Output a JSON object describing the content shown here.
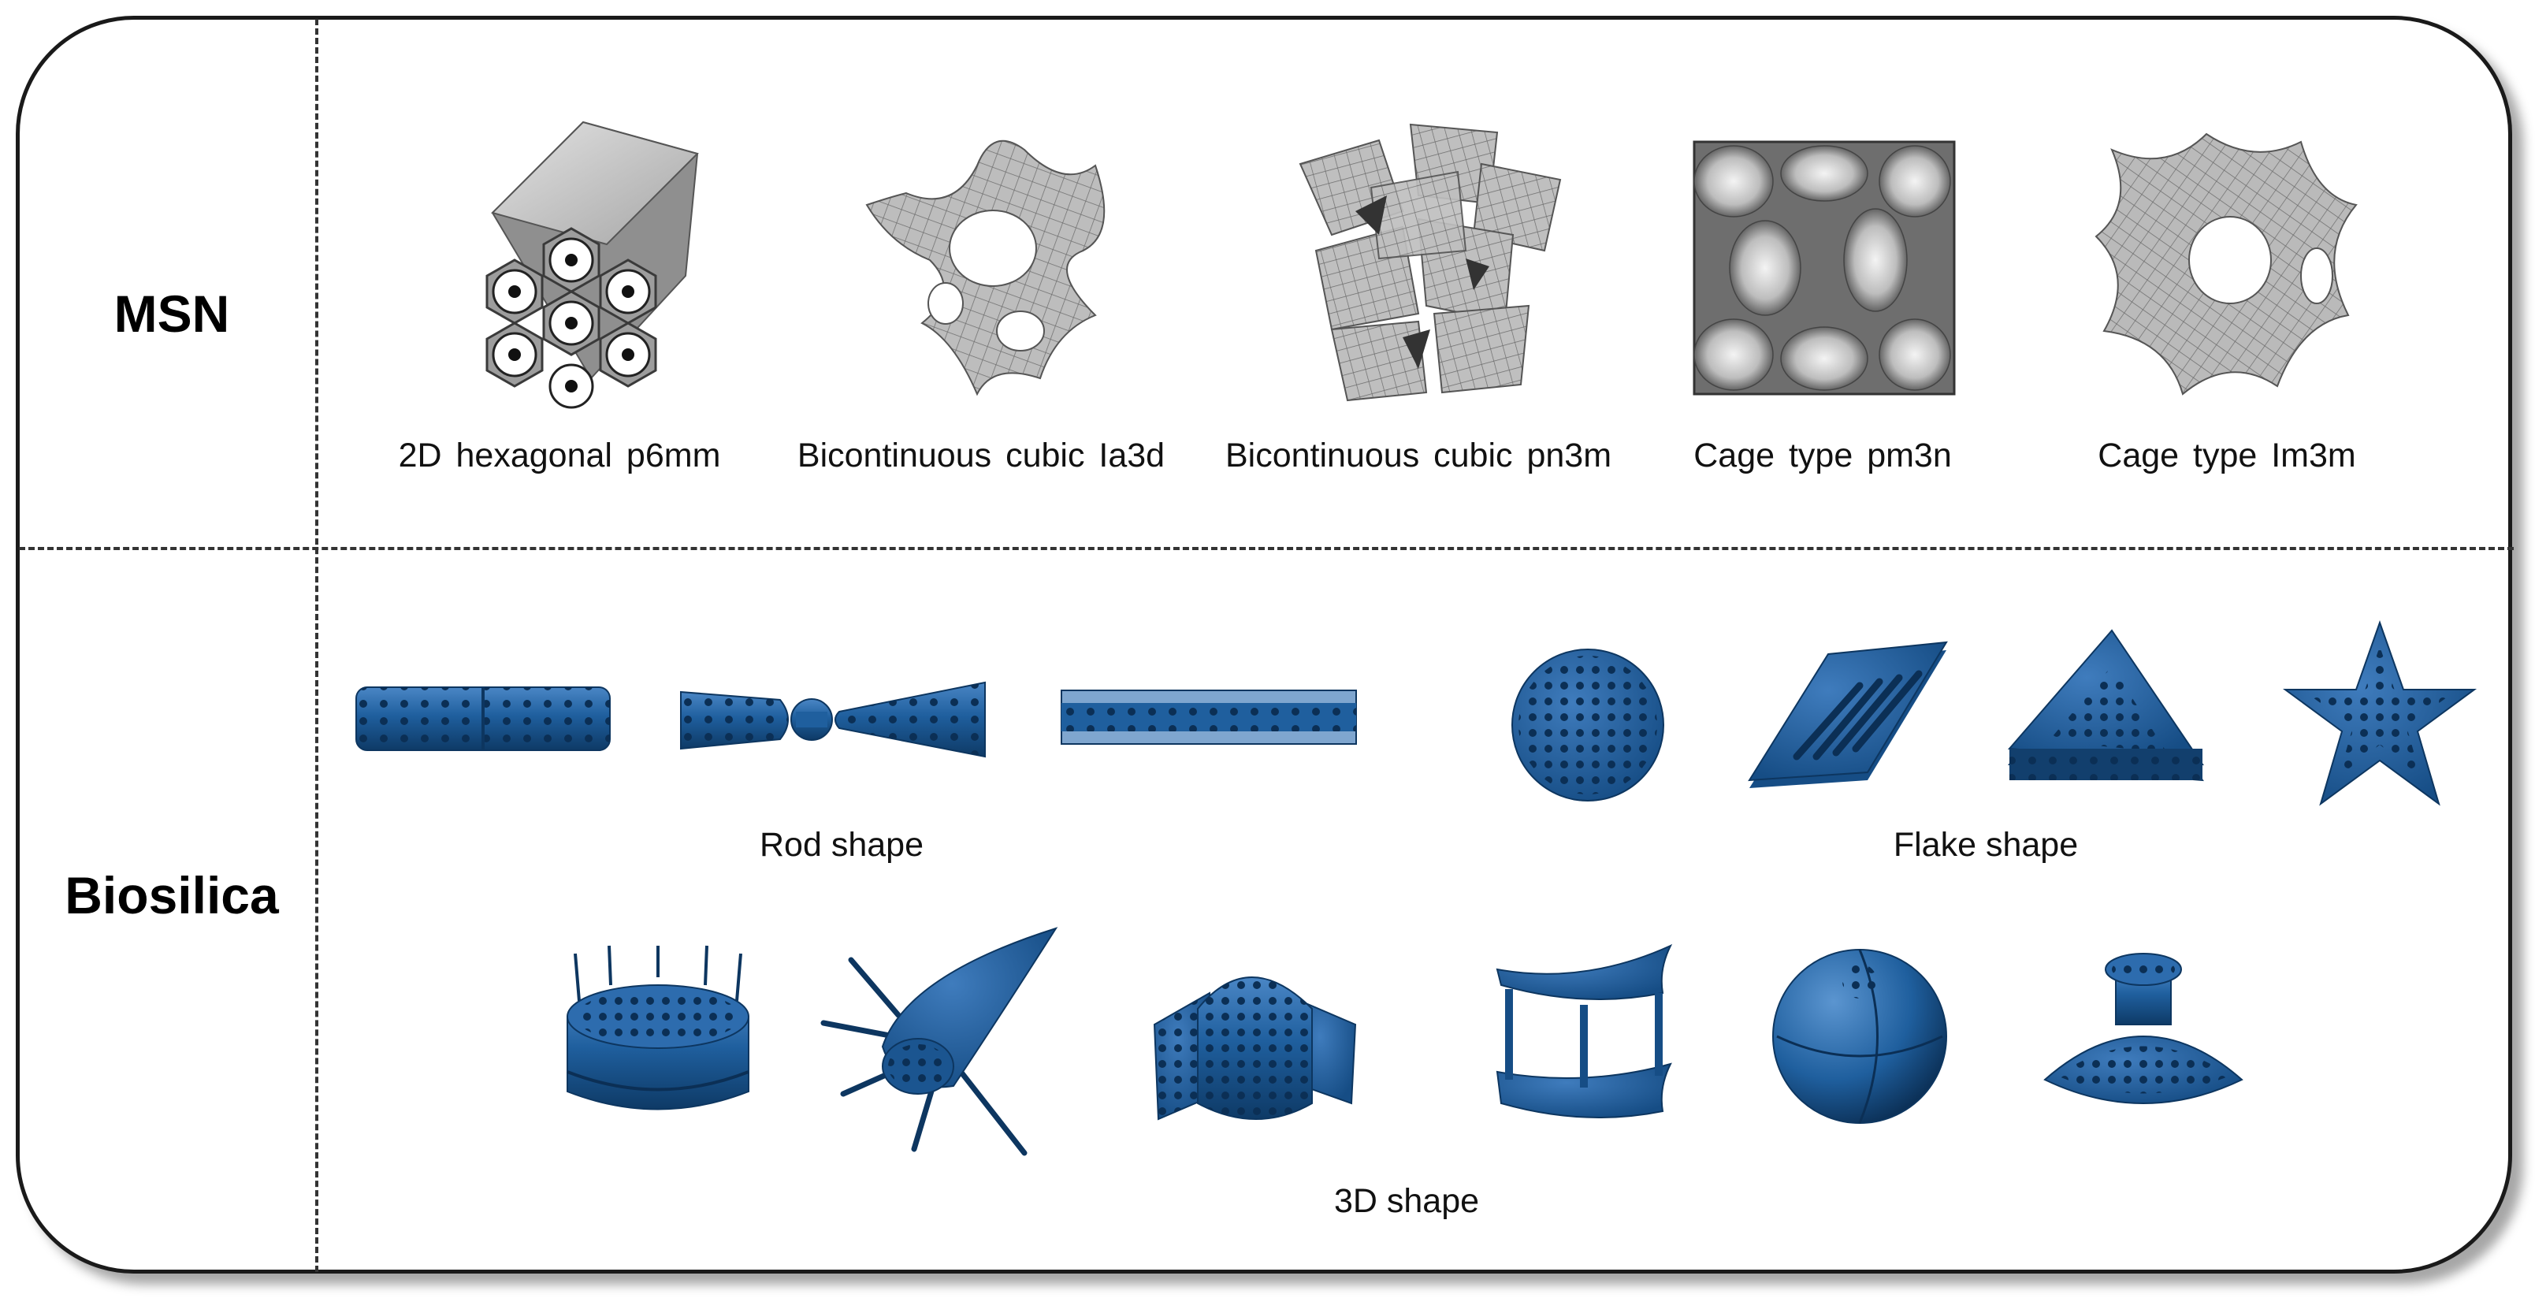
{
  "rows": {
    "msn_label": "MSN",
    "biosilica_label": "Biosilica"
  },
  "msn": {
    "captions": [
      "2D hexagonal  p6mm",
      "Bicontinuous  cubic  Ia3d",
      "Bicontinuous  cubic  pn3m",
      "Cage  type  pm3n",
      "Cage  type  Im3m"
    ]
  },
  "biosilica": {
    "rod_label": "Rod shape",
    "flake_label": "Flake shape",
    "three_d_label": "3D shape"
  },
  "colors": {
    "msn_gray": "#a9a9a9",
    "biosilica_blue": "#1f5f9e"
  }
}
